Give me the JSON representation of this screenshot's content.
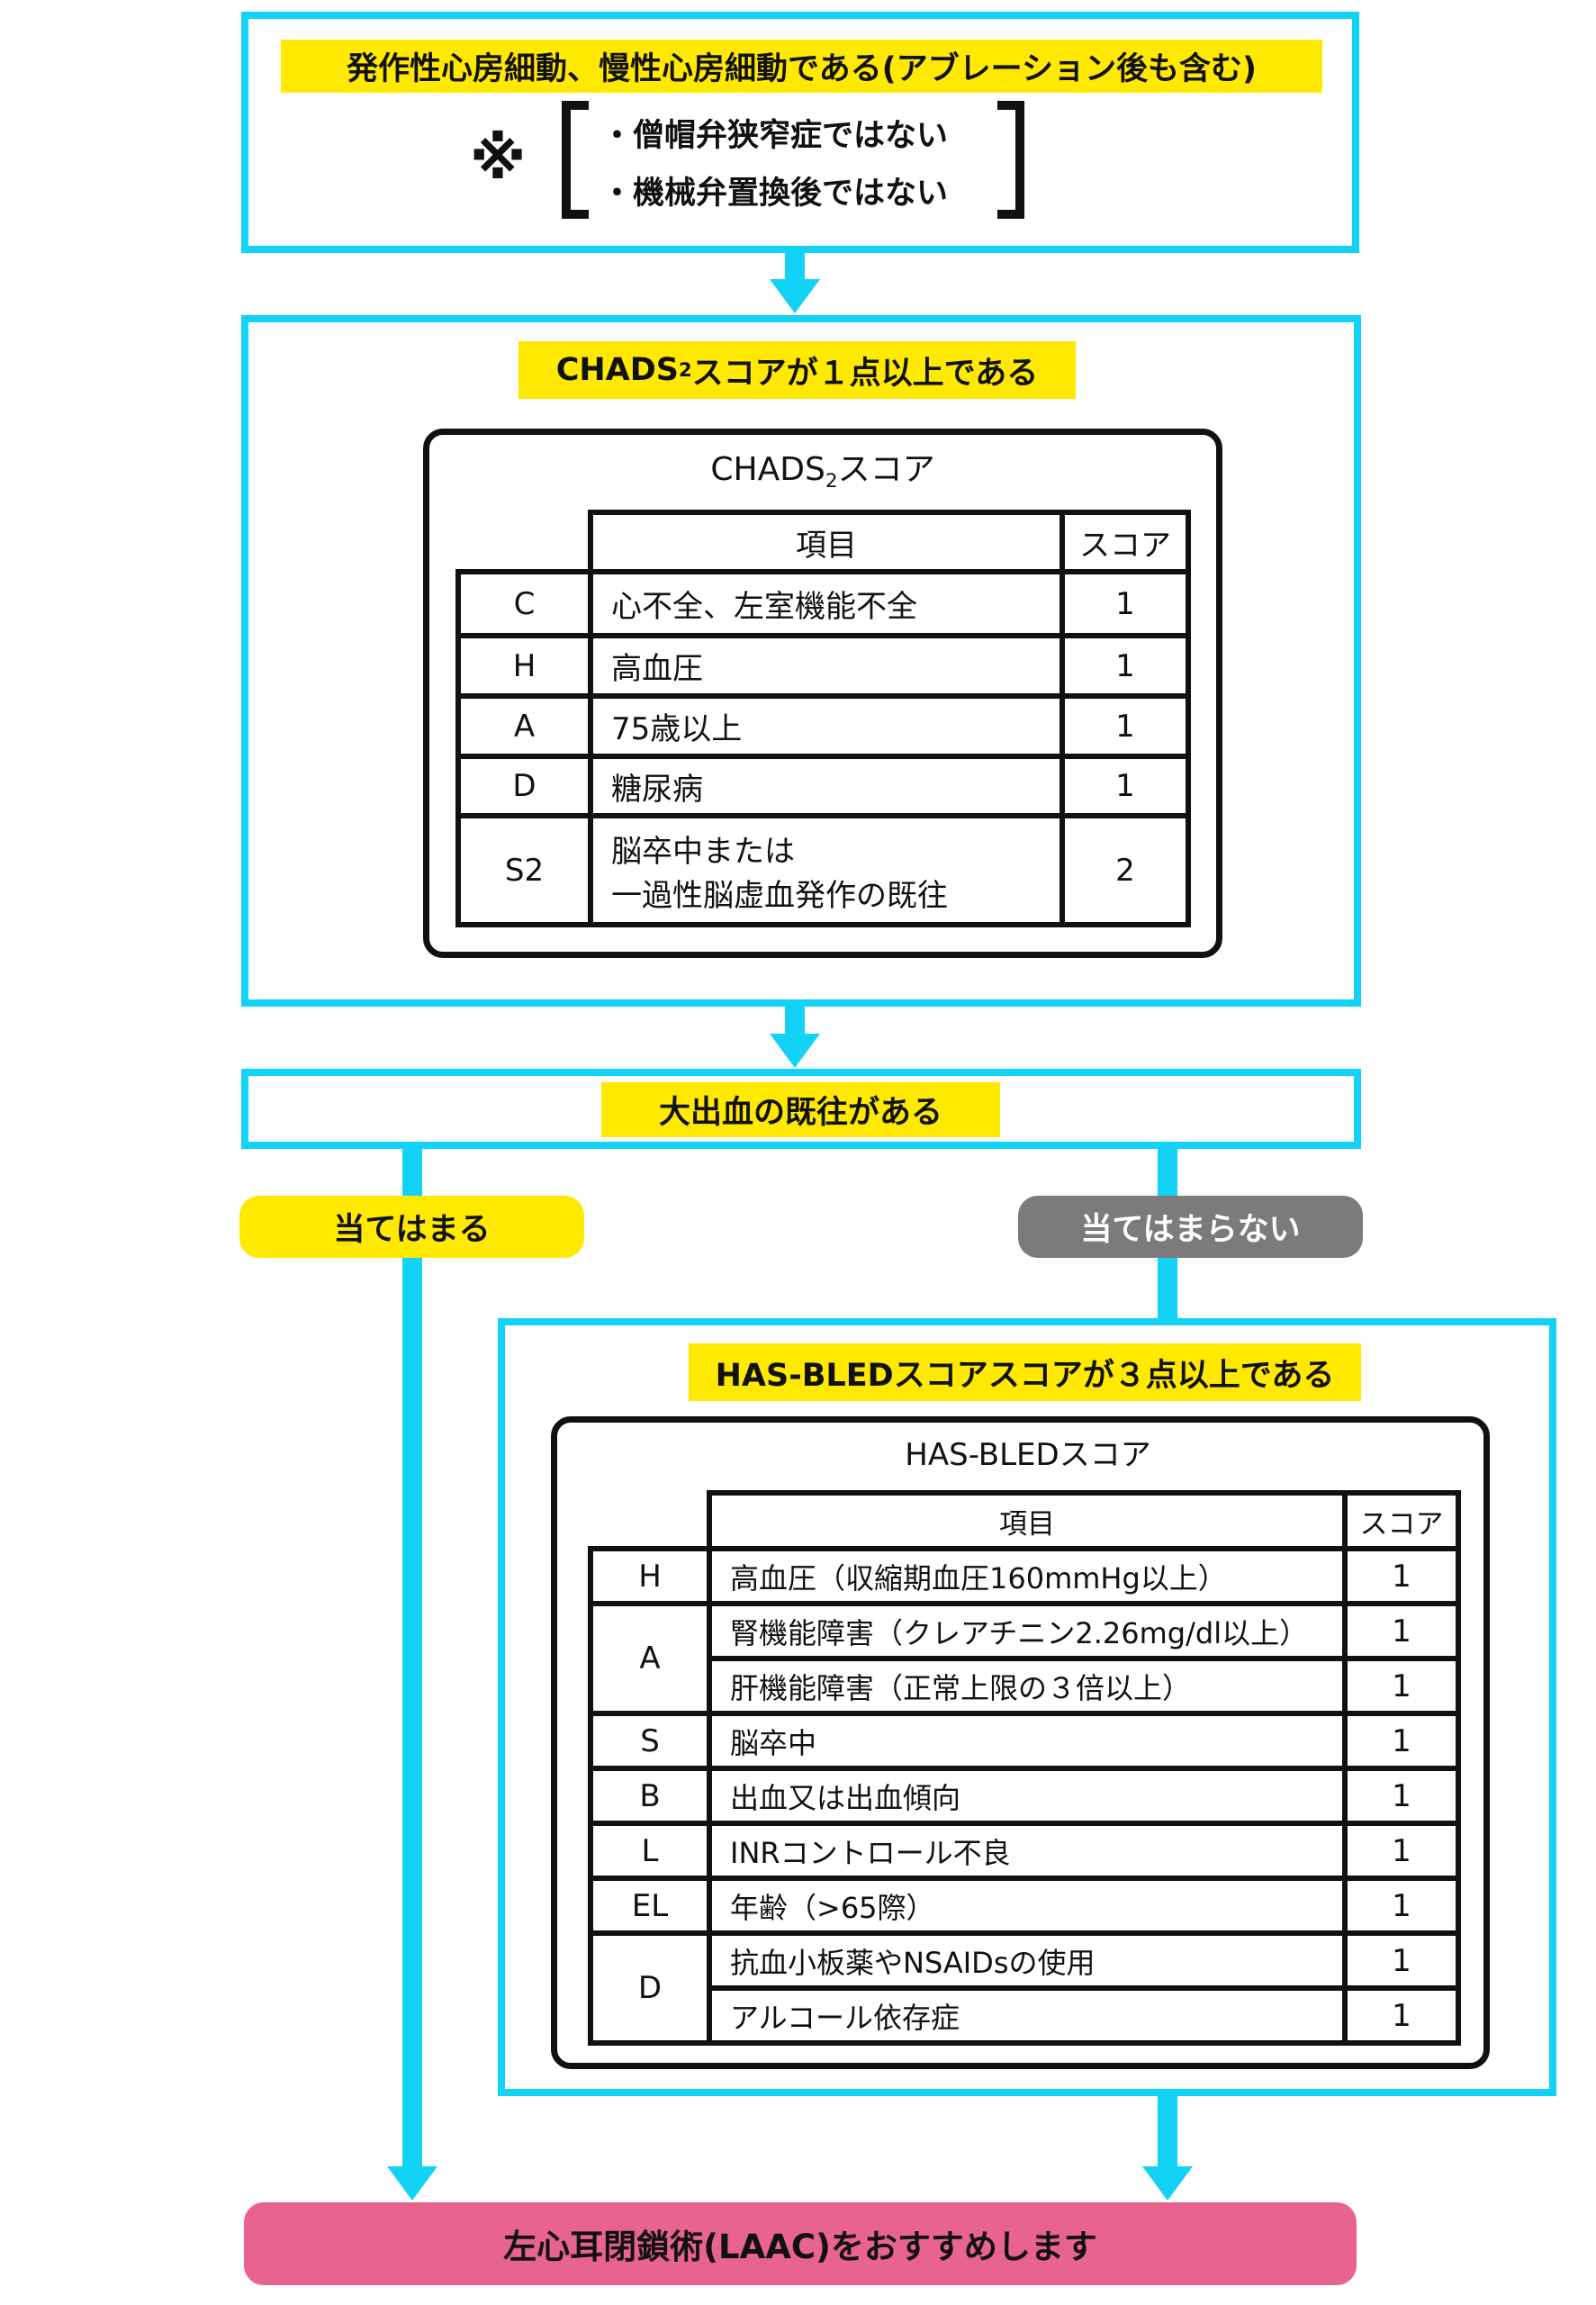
{
  "step1": {
    "title": "発作性心房細動、慢性心房細動である(アブレーション後も含む)",
    "note_mark": "※",
    "conditions": [
      "・僧帽弁狭窄症ではない",
      "・機械弁置換後ではない"
    ]
  },
  "step2": {
    "title_pre": "CHADS",
    "title_sub": "2",
    "title_post": "スコアが１点以上である",
    "table_title_pre": "CHADS",
    "table_title_sub": "2",
    "table_title_post": "スコア",
    "headers": {
      "item": "項目",
      "score": "スコア"
    },
    "rows": [
      {
        "code": "C",
        "item": "心不全、左室機能不全",
        "score": "1"
      },
      {
        "code": "H",
        "item": "高血圧",
        "score": "1"
      },
      {
        "code": "A",
        "item": "75歳以上",
        "score": "1"
      },
      {
        "code": "D",
        "item": "糖尿病",
        "score": "1"
      },
      {
        "code": "S2",
        "item": "脳卒中または",
        "item2": "一過性脳虚血発作の既往",
        "score": "2"
      }
    ]
  },
  "step3": {
    "title": "大出血の既往がある",
    "yes": "当てはまる",
    "no": "当てはまらない"
  },
  "step4": {
    "title": "HAS-BLEDスコアスコアが３点以上である",
    "table_title": "HAS-BLEDスコア",
    "headers": {
      "item": "項目",
      "score": "スコア"
    },
    "codes": {
      "H": "H",
      "A": "A",
      "S": "S",
      "B": "B",
      "L": "L",
      "EL": "EL",
      "D": "D"
    },
    "rows": [
      {
        "item": "高血圧（収縮期血圧160mmHg以上）",
        "score": "1"
      },
      {
        "item": "腎機能障害（クレアチニン2.26mg/dl以上）",
        "score": "1"
      },
      {
        "item": "肝機能障害（正常上限の３倍以上）",
        "score": "1"
      },
      {
        "item": "脳卒中",
        "score": "1"
      },
      {
        "item": "出血又は出血傾向",
        "score": "1"
      },
      {
        "item": "INRコントロール不良",
        "score": "1"
      },
      {
        "item": "年齢（>65際）",
        "score": "1"
      },
      {
        "item": "抗血小板薬やNSAIDsの使用",
        "score": "1"
      },
      {
        "item": "アルコール依存症",
        "score": "1"
      }
    ]
  },
  "result": {
    "title": "左心耳閉鎖術(LAAC)をおすすめします"
  },
  "colors": {
    "cyan": "#12d3f5",
    "yellow": "#ffe900",
    "gray": "#7b7b7b",
    "pink": "#e8638e"
  }
}
